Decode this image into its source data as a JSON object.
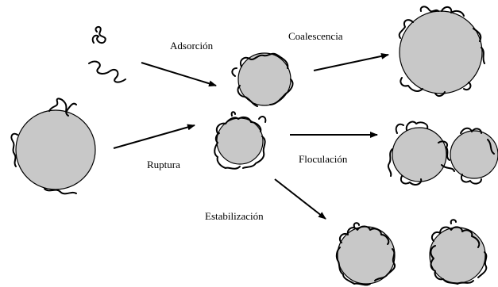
{
  "labels": {
    "adsorcion": "Adsorción",
    "coalescencia": "Coalescencia",
    "ruptura": "Ruptura",
    "floculacion": "Floculación",
    "estabilizacion": "Estabilización"
  },
  "colors": {
    "droplet_fill": "#c8c8c8",
    "outline": "#000000",
    "background": "#ffffff"
  }
}
